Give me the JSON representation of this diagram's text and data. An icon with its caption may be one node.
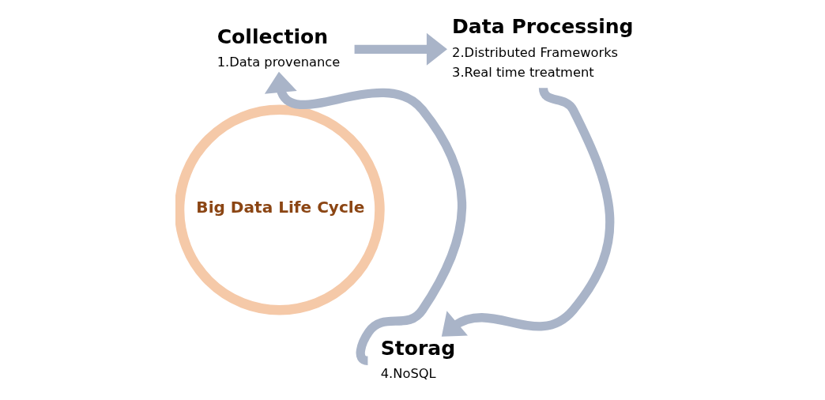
{
  "diagram": {
    "nodes": [
      {
        "text": [
          "Collection",
          "1.Data provenance"
        ]
      },
      {
        "text": [
          "Data Processing",
          "2.Distributed Frameworks",
          "3.Real time treatment"
        ]
      },
      {
        "text": [
          "Storag",
          "4.NoSQL"
        ]
      },
      {
        "text": [
          "Big Data Life Cycle"
        ]
      }
    ],
    "edges": [
      {
        "from": 0,
        "to": 1,
        "arrow": "to"
      },
      {
        "from": 1,
        "to": 2,
        "arrow": "to"
      },
      {
        "from": 2,
        "to": 0,
        "arrow": "to"
      }
    ]
  }
}
